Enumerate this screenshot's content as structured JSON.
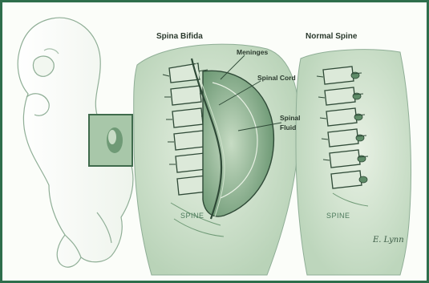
{
  "figure": {
    "titles": {
      "spina_bifida": "Spina Bifida",
      "normal_spine": "Normal Spine"
    },
    "labels": {
      "meninges": "Meninges",
      "spinal_cord": "Spinal Cord",
      "spinal_fluid_1": "Spinal",
      "spinal_fluid_2": "Fluid"
    },
    "spine_captions": {
      "left": "SPINE",
      "right": "SPINE"
    },
    "signature": "E. Lynn",
    "colors": {
      "frame": "#2e6e4c",
      "ink": "#2f4a37",
      "tissue": "#9cbf9f",
      "bone": "#dce9d9"
    }
  }
}
